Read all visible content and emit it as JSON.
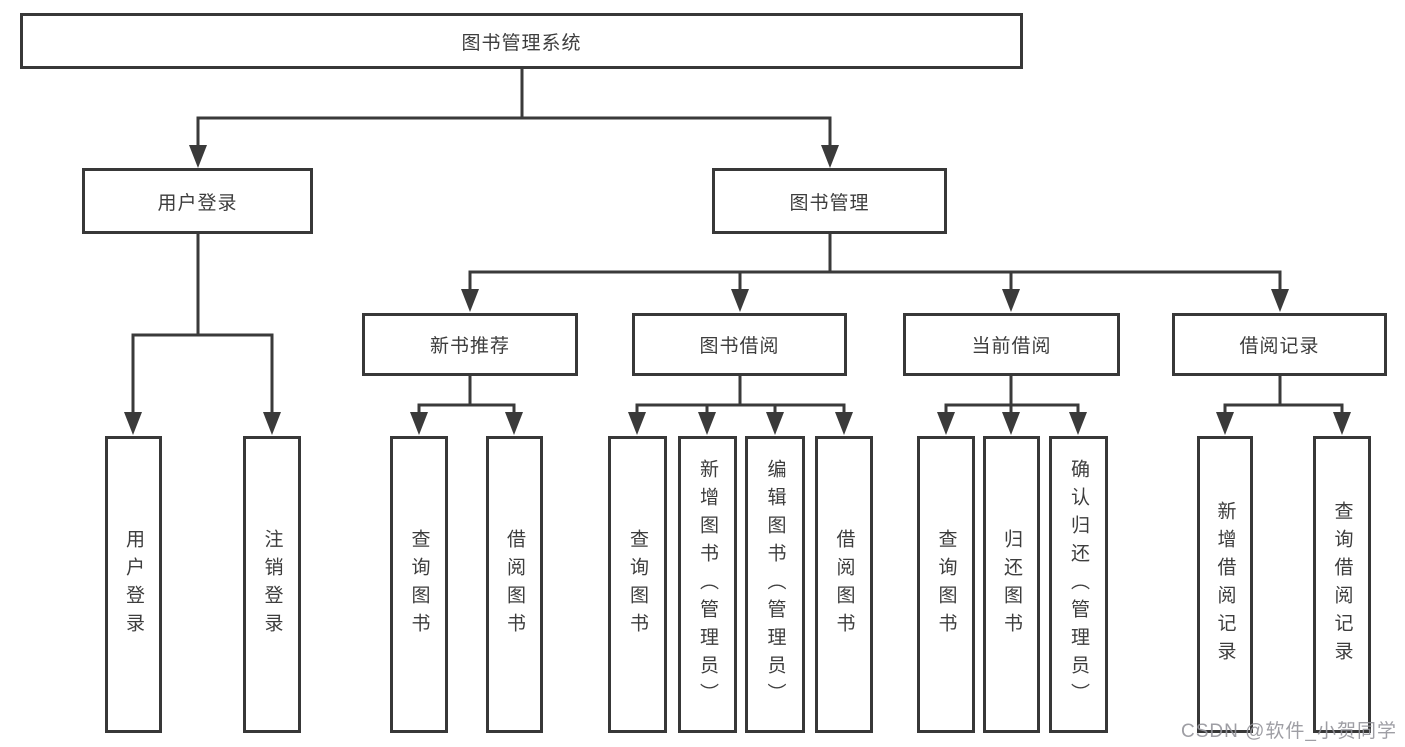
{
  "tree": {
    "root": {
      "label": "图书管理系统",
      "children": [
        {
          "label": "用户登录",
          "children": [
            {
              "label": "用户登录"
            },
            {
              "label": "注销登录"
            }
          ]
        },
        {
          "label": "图书管理",
          "children": [
            {
              "label": "新书推荐",
              "children": [
                {
                  "label": "查询图书"
                },
                {
                  "label": "借阅图书"
                }
              ]
            },
            {
              "label": "图书借阅",
              "children": [
                {
                  "label": "查询图书"
                },
                {
                  "label": "新增图书（管理员）"
                },
                {
                  "label": "编辑图书（管理员）"
                },
                {
                  "label": "借阅图书"
                }
              ]
            },
            {
              "label": "当前借阅",
              "children": [
                {
                  "label": "查询图书"
                },
                {
                  "label": "归还图书"
                },
                {
                  "label": "确认归还（管理员）"
                }
              ]
            },
            {
              "label": "借阅记录",
              "children": [
                {
                  "label": "新增借阅记录"
                },
                {
                  "label": "查询借阅记录"
                }
              ]
            }
          ]
        }
      ]
    }
  },
  "watermark": {
    "text": "CSDN @软件_小贺同学"
  },
  "colors": {
    "line": "#3a3a3a",
    "box_border": "#383838",
    "text": "#3d3d3d",
    "watermark": "#94949a",
    "background": "#ffffff"
  }
}
